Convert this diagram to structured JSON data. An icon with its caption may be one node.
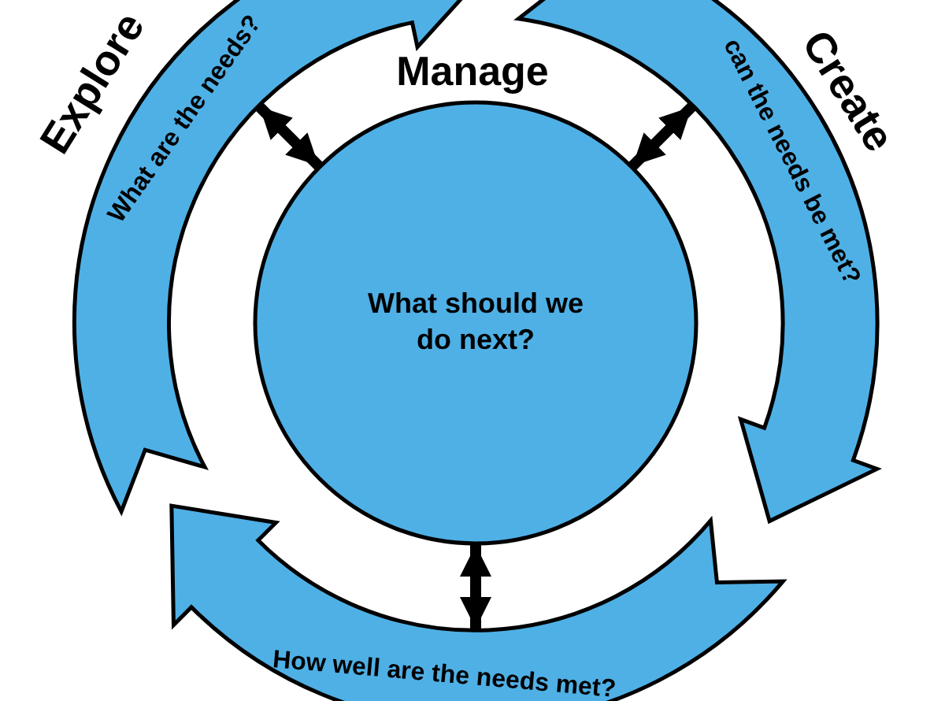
{
  "diagram": {
    "nodes": [
      {
        "text": [
          "Manage",
          "What should we do next?"
        ]
      },
      {
        "text": [
          "Explore",
          "What are the needs?"
        ]
      },
      {
        "text": [
          "Create",
          "can the needs be met?"
        ]
      },
      {
        "text": [
          "How well are the needs met?"
        ]
      }
    ],
    "edges": [
      {
        "from": 0,
        "to": 1,
        "arrow": "both"
      },
      {
        "from": 0,
        "to": 2,
        "arrow": "both"
      },
      {
        "from": 0,
        "to": 3,
        "arrow": "both"
      }
    ]
  }
}
